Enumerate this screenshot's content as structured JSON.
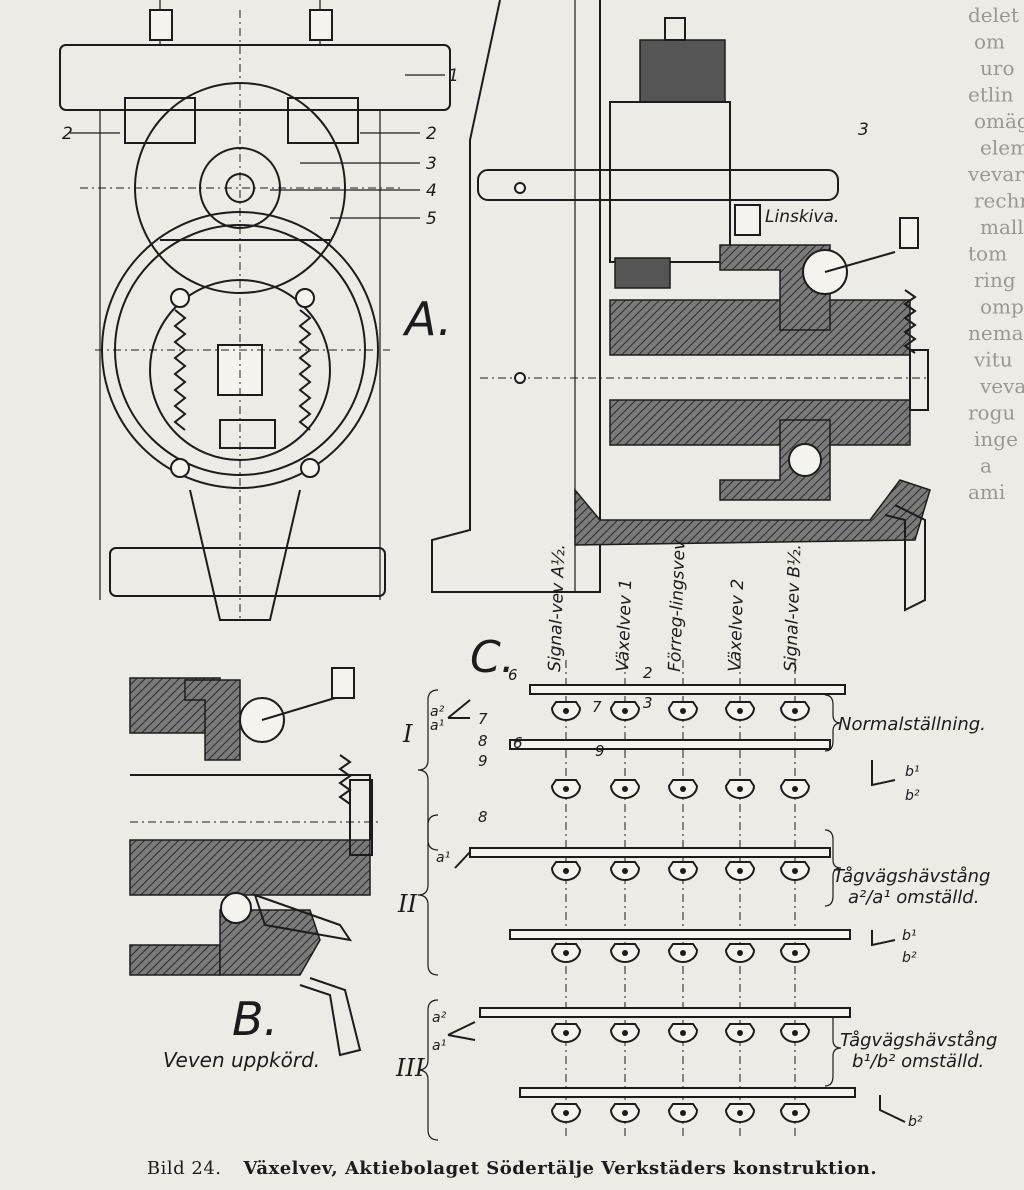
{
  "figure": {
    "caption_number": "Bild 24.",
    "caption_text": "Växelvev, Aktiebolaget Södertälje Verkstäders konstruktion."
  },
  "view_a": {
    "label": "A.",
    "callouts": [
      "1",
      "2",
      "2",
      "3",
      "4",
      "5",
      "3"
    ],
    "pulley_label": "Linskiva."
  },
  "view_b": {
    "label": "B.",
    "caption": "Veven uppkörd."
  },
  "view_c": {
    "label": "C.",
    "column_headers": [
      "Signal-vev A½.",
      "Växelvev 1",
      "Förreg-lingsvev",
      "Växelvev 2",
      "Signal-vev B½."
    ],
    "rows": [
      {
        "numeral": "I",
        "state_line1": "Normalställning.",
        "state_line2": ""
      },
      {
        "numeral": "II",
        "state_line1": "Tågvägshävstång",
        "state_line2": "a²/a¹ omställd."
      },
      {
        "numeral": "III",
        "state_line1": "Tågvägshävstång",
        "state_line2": "b¹/b² omställd."
      }
    ],
    "callouts": [
      "6",
      "7",
      "8",
      "2",
      "7",
      "3",
      "6",
      "9",
      "9",
      "8"
    ],
    "lever_labels": {
      "a2": "a²",
      "a1": "a¹",
      "b1": "b¹",
      "b2": "b²"
    }
  },
  "right_column_fragments": [
    "delet",
    "om",
    "uro",
    "etlin",
    "omäg",
    "eleme",
    "vevar",
    "rechr",
    "malle",
    "tom",
    "ring",
    "ompa",
    "nemat",
    "vitu",
    "veva",
    "rogu",
    "inge",
    "a",
    "ami"
  ]
}
